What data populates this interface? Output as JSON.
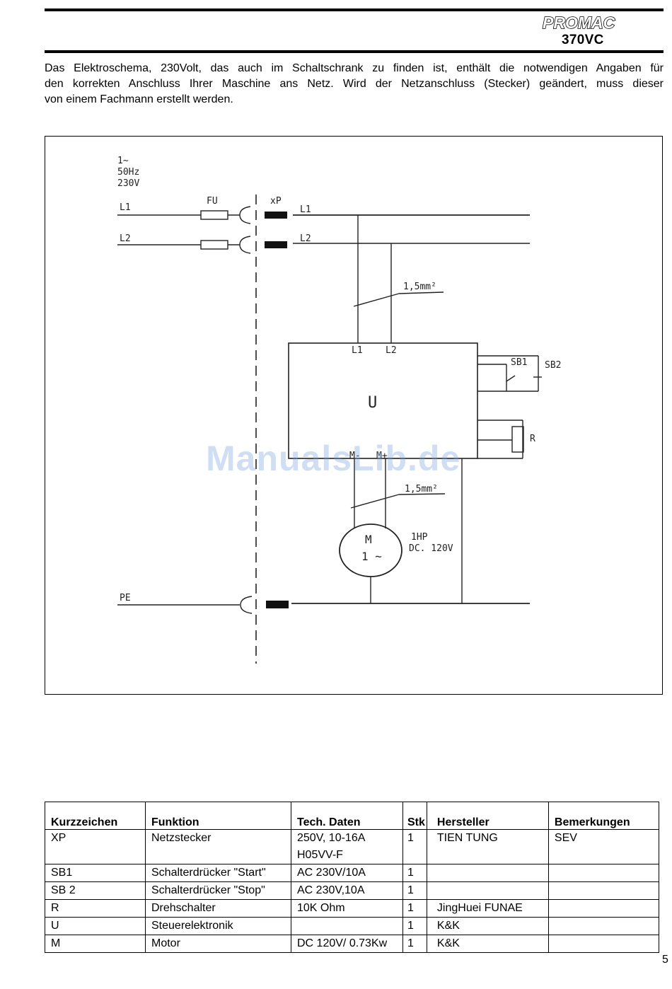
{
  "header": {
    "brand": "PROMAC",
    "model": "370VC"
  },
  "intro": {
    "line1": "Das Elektroschema, 230Volt, das auch im Schaltschrank zu finden ist, enthält die notwendigen Angaben für",
    "line2": "den korrekten Anschluss Ihrer Maschine ans Netz. Wird der Netzanschluss (Stecker) geändert, muss dieser",
    "line3": "von einem Fachmann erstellt werden."
  },
  "schematic": {
    "supply": [
      "1~",
      "50Hz",
      "230V"
    ],
    "line_l1": "L1",
    "line_l2": "L2",
    "fuse": "FU",
    "plug": "xP",
    "plug_l1": "L1",
    "plug_l2": "L2",
    "wire_upper": "1,5mm²",
    "wire_lower": "1,5mm²",
    "unit_l1": "L1",
    "unit_l2": "L2",
    "unit": "U",
    "sb1": "SB1",
    "sb2": "SB2",
    "r": "R",
    "m_minus": "M-",
    "m_plus": "M+",
    "motor_top": "M",
    "motor_bottom": "1 ~",
    "motor_spec1": "1HP",
    "motor_spec2": "DC. 120V",
    "pe": "PE",
    "watermark": "ManualsLib.de"
  },
  "table": {
    "headers": [
      "Kurzzeichen",
      "Funktion",
      "Tech. Daten",
      "Stk",
      "Hersteller",
      "Bemerkungen"
    ],
    "rows": [
      {
        "code": "XP",
        "function": "Netzstecker",
        "tech1": "250V, 10-16A",
        "tech2": "H05VV-F",
        "qty": "1",
        "maker": "TIEN TUNG",
        "note": "SEV"
      },
      {
        "code": "SB1",
        "function": "Schalterdrücker \"Start\"",
        "tech1": "AC 230V/10A",
        "qty": "1",
        "maker": "",
        "note": ""
      },
      {
        "code": "SB 2",
        "function": "Schalterdrücker \"Stop\"",
        "tech1": "AC 230V,10A",
        "qty": "1",
        "maker": "",
        "note": ""
      },
      {
        "code": "R",
        "function": "Drehschalter",
        "tech1": "10K Ohm",
        "qty": "1",
        "maker": "JingHuei FUNAE",
        "note": ""
      },
      {
        "code": "U",
        "function": "Steuerelektronik",
        "tech1": "",
        "qty": "1",
        "maker": "K&K",
        "note": ""
      },
      {
        "code": "M",
        "function": "Motor",
        "tech1": "DC 120V/ 0.73Kw",
        "qty": "1",
        "maker": "K&K",
        "note": ""
      }
    ]
  },
  "page_number": "5"
}
